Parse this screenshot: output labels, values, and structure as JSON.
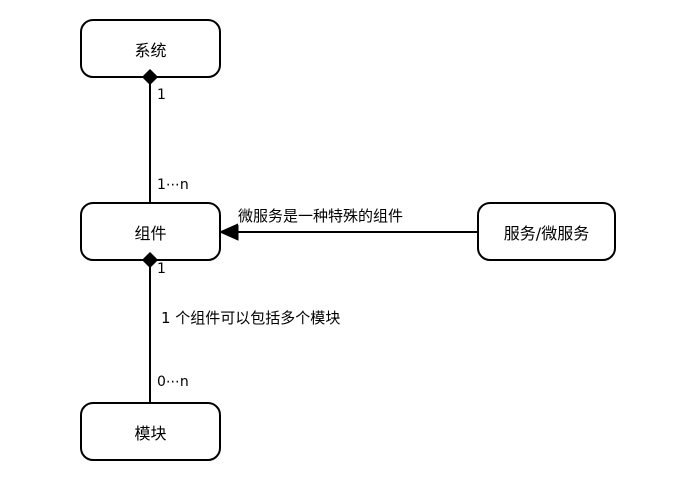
{
  "diagram": {
    "type": "uml-composition-diagram",
    "background_color": "#ffffff",
    "stroke_color": "#000000",
    "nodes": [
      {
        "id": "system",
        "label": "系统",
        "shape": "rounded-rectangle"
      },
      {
        "id": "component",
        "label": "组件",
        "shape": "rounded-rectangle"
      },
      {
        "id": "module",
        "label": "模块",
        "shape": "rounded-rectangle"
      },
      {
        "id": "service",
        "label": "服务/微服务",
        "shape": "rounded-rectangle"
      }
    ],
    "edges": [
      {
        "id": "system-component",
        "from": "system",
        "to": "component",
        "kind": "composition",
        "source_multiplicity": "1",
        "target_multiplicity": "1⋯n"
      },
      {
        "id": "component-module",
        "from": "component",
        "to": "module",
        "kind": "composition",
        "source_multiplicity": "1",
        "target_multiplicity": "0⋯n",
        "label": "1 个组件可以包括多个模块"
      },
      {
        "id": "service-component",
        "from": "service",
        "to": "component",
        "kind": "arrow",
        "label": "微服务是一种特殊的组件"
      }
    ]
  }
}
